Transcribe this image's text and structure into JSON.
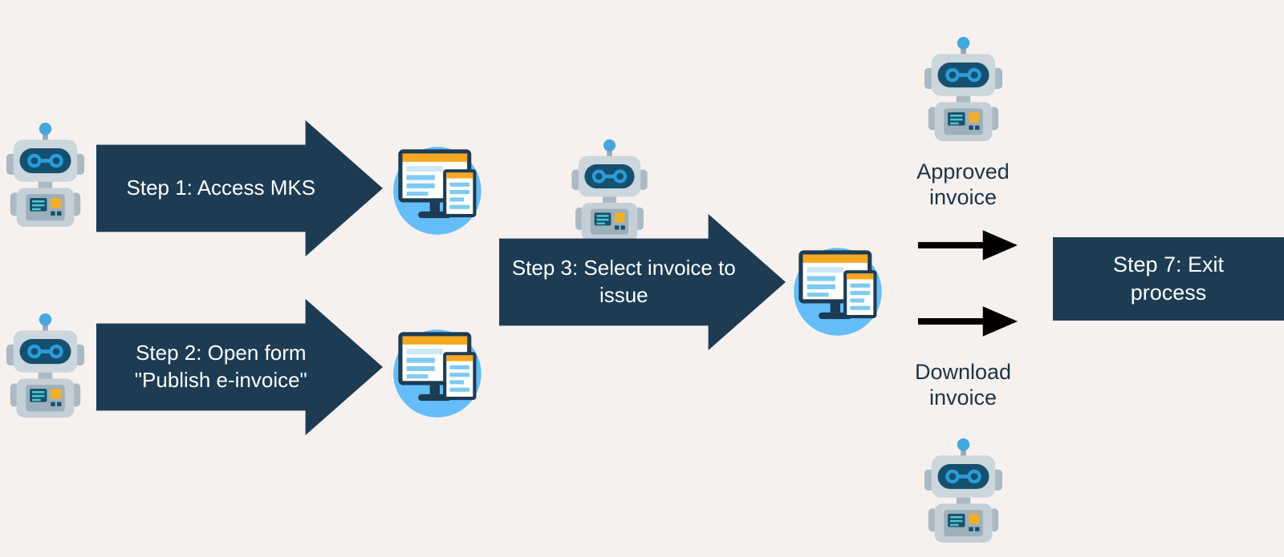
{
  "colors": {
    "background": "#f6f1ef",
    "navy_box": "#1d3b53",
    "arrow_text": "#ffffff",
    "branch_label_text": "#1e3248",
    "black_arrow": "#000000",
    "icon_circle_blue": "#64bdf8",
    "icon_accent_orange": "#f6a820",
    "robot_gray": "#ccd6dd",
    "robot_face_navy": "#15506e",
    "robot_eye_blue": "#2b9cd8"
  },
  "flow": {
    "step1": {
      "label": "Step 1: Access MKS"
    },
    "step2": {
      "label": "Step 2: Open form \"Publish e-invoice\""
    },
    "step3": {
      "label": "Step 3: Select invoice to issue"
    },
    "approved_branch": {
      "label": "Approved invoice"
    },
    "download_branch": {
      "label": "Download invoice"
    },
    "step7": {
      "label": "Step 7: Exit process"
    }
  },
  "icons": {
    "robot": "robot-icon",
    "monitor": "monitor-with-tablet-icon",
    "branch_arrow": "arrow-right-icon"
  }
}
